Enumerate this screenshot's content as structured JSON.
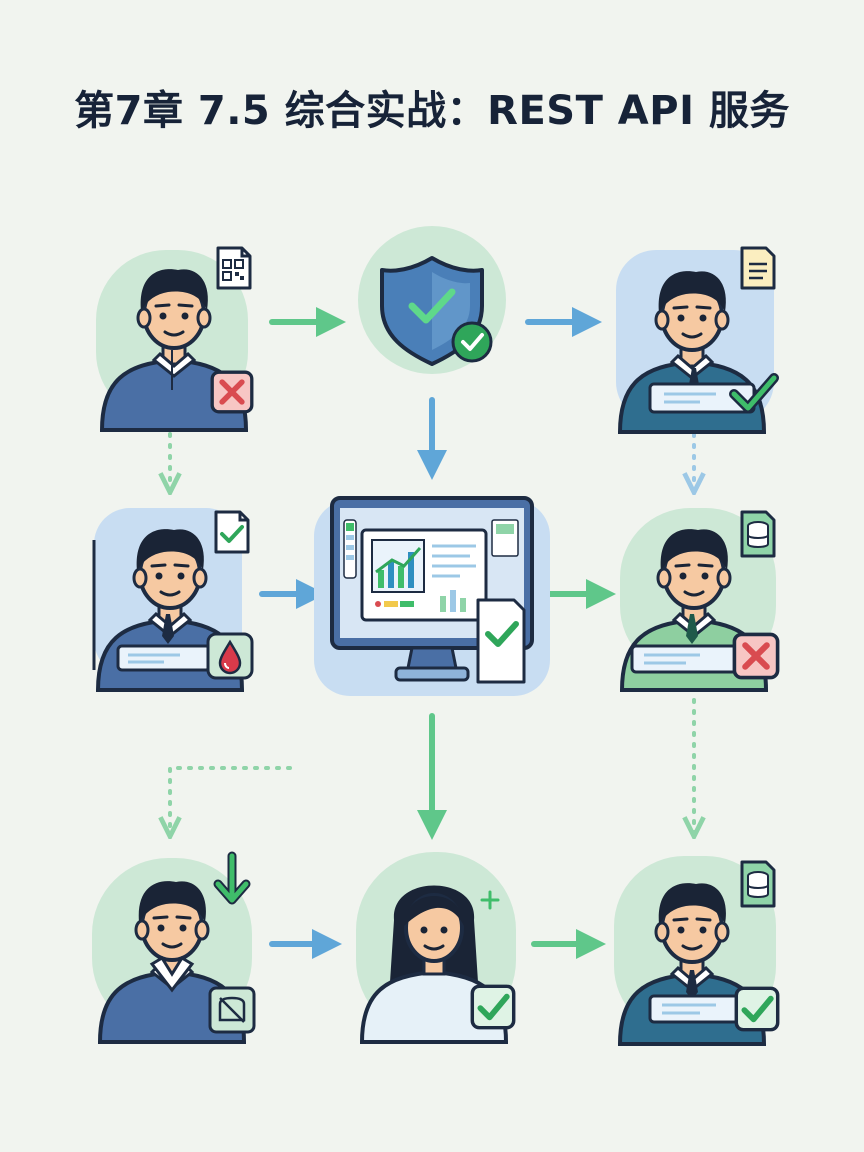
{
  "title": "第7章 7.5 综合实战：REST API 服务",
  "colors": {
    "background": "#f1f4ef",
    "blue_arrow": "#5fa6d8",
    "green_arrow": "#5fc78a",
    "navy": "#1d2b42",
    "shirt_blue": "#4a6fa5",
    "shirt_teal": "#2f6e8f",
    "shirt_green": "#8ecfa0",
    "skin": "#f6c9a2",
    "hair": "#1a2436",
    "check_green": "#2fa65a",
    "cross_red": "#d94b50"
  },
  "nodes": [
    {
      "id": "user-top-left",
      "kind": "person",
      "icons": [
        "qr-document-icon",
        "red-cross-badge-icon"
      ]
    },
    {
      "id": "auth-shield",
      "kind": "shield",
      "icons": [
        "shield-check-icon",
        "green-check-badge-icon"
      ]
    },
    {
      "id": "user-top-right",
      "kind": "person",
      "icons": [
        "document-icon",
        "green-check-badge-icon"
      ]
    },
    {
      "id": "user-mid-left",
      "kind": "person",
      "icons": [
        "check-document-icon",
        "water-drop-icon"
      ]
    },
    {
      "id": "server-monitor",
      "kind": "monitor",
      "icons": [
        "dashboard-chart-icon",
        "check-document-icon"
      ]
    },
    {
      "id": "user-mid-right",
      "kind": "person",
      "icons": [
        "database-icon",
        "red-cross-badge-icon"
      ]
    },
    {
      "id": "user-bottom-left",
      "kind": "person",
      "icons": [
        "down-arrow-icon",
        "no-image-icon"
      ]
    },
    {
      "id": "user-bottom-center",
      "kind": "person",
      "icons": [
        "plus-icon",
        "green-check-badge-icon"
      ]
    },
    {
      "id": "user-bottom-right",
      "kind": "person",
      "icons": [
        "database-icon",
        "green-check-badge-icon"
      ]
    }
  ]
}
